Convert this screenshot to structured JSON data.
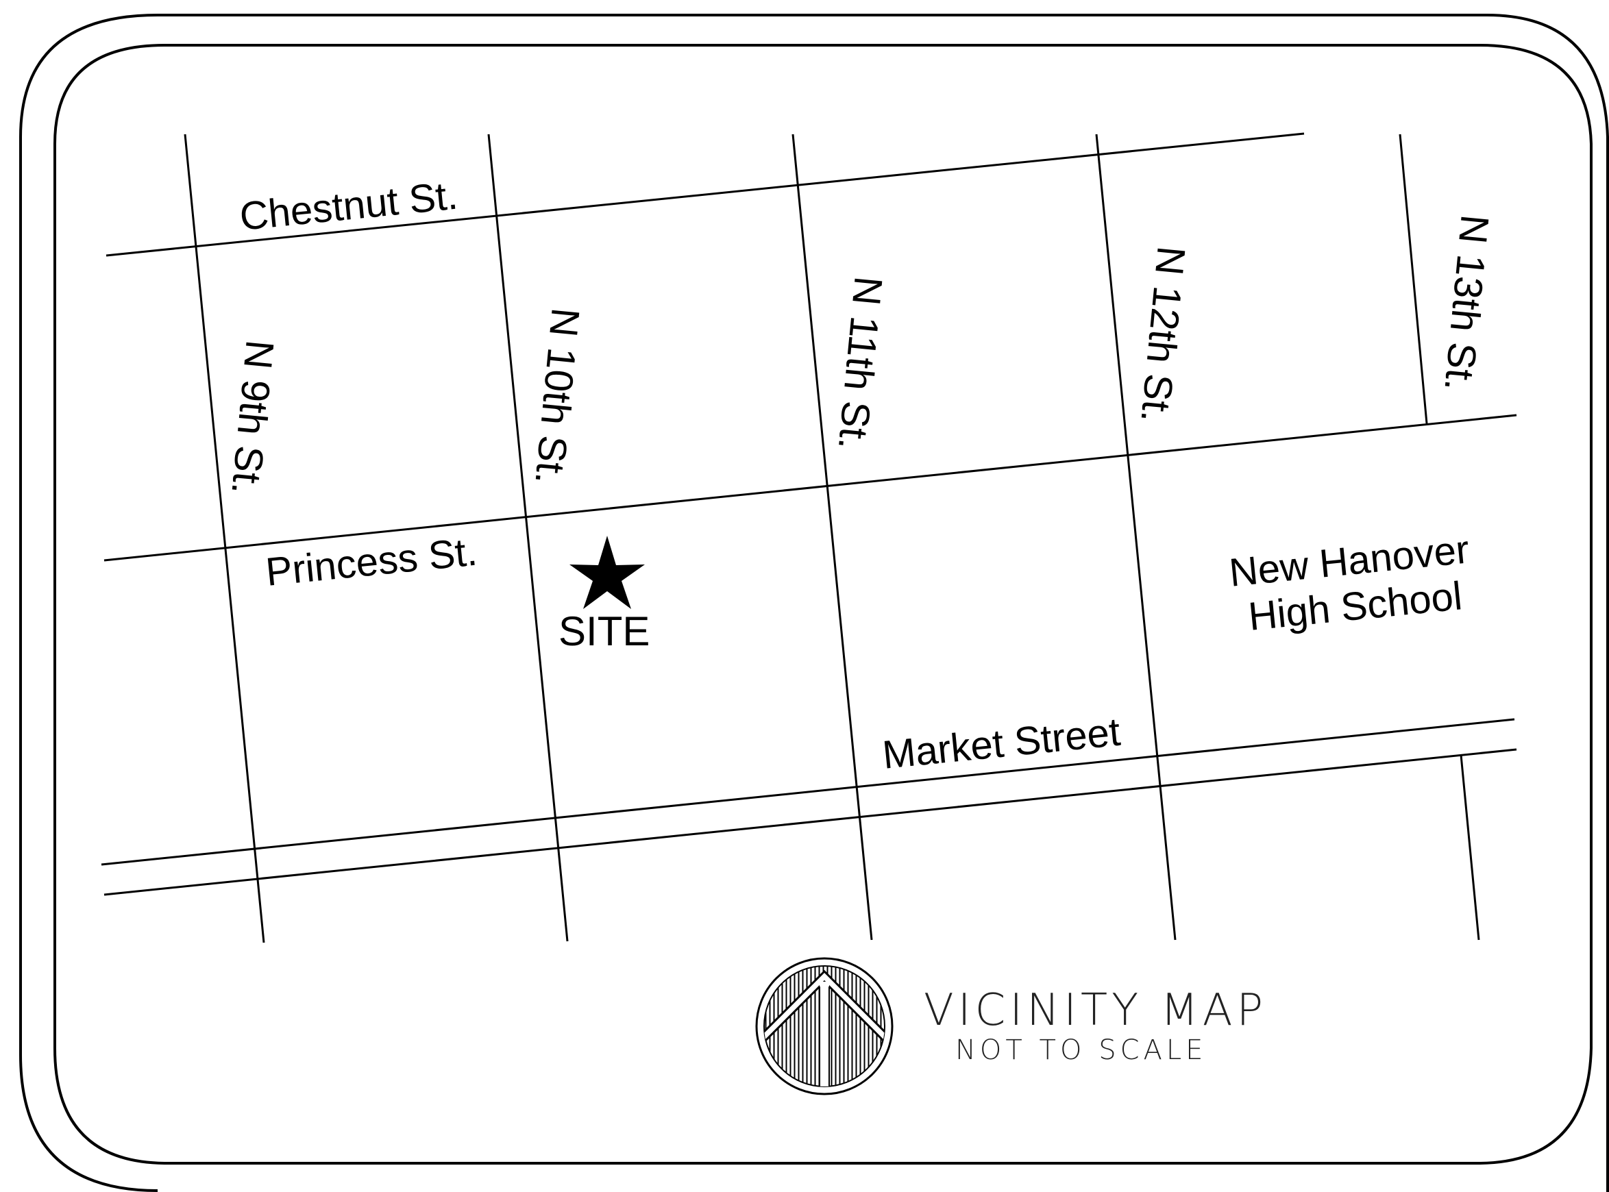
{
  "streets": {
    "chestnut": "Chestnut St.",
    "princess": "Princess St.",
    "market": "Market Street",
    "n9": "N 9th St.",
    "n10": "N 10th St.",
    "n11": "N 11th St.",
    "n12": "N 12th St.",
    "n13": "N 13th St."
  },
  "landmark": {
    "line1": "New Hanover",
    "line2": "High School"
  },
  "site": {
    "label": "SITE",
    "icon": "star-icon"
  },
  "legend": {
    "title": "VICINITY MAP",
    "subtitle": "NOT TO SCALE",
    "icon": "north-arrow-icon"
  },
  "colors": {
    "ink": "#000000",
    "paper": "#ffffff"
  }
}
